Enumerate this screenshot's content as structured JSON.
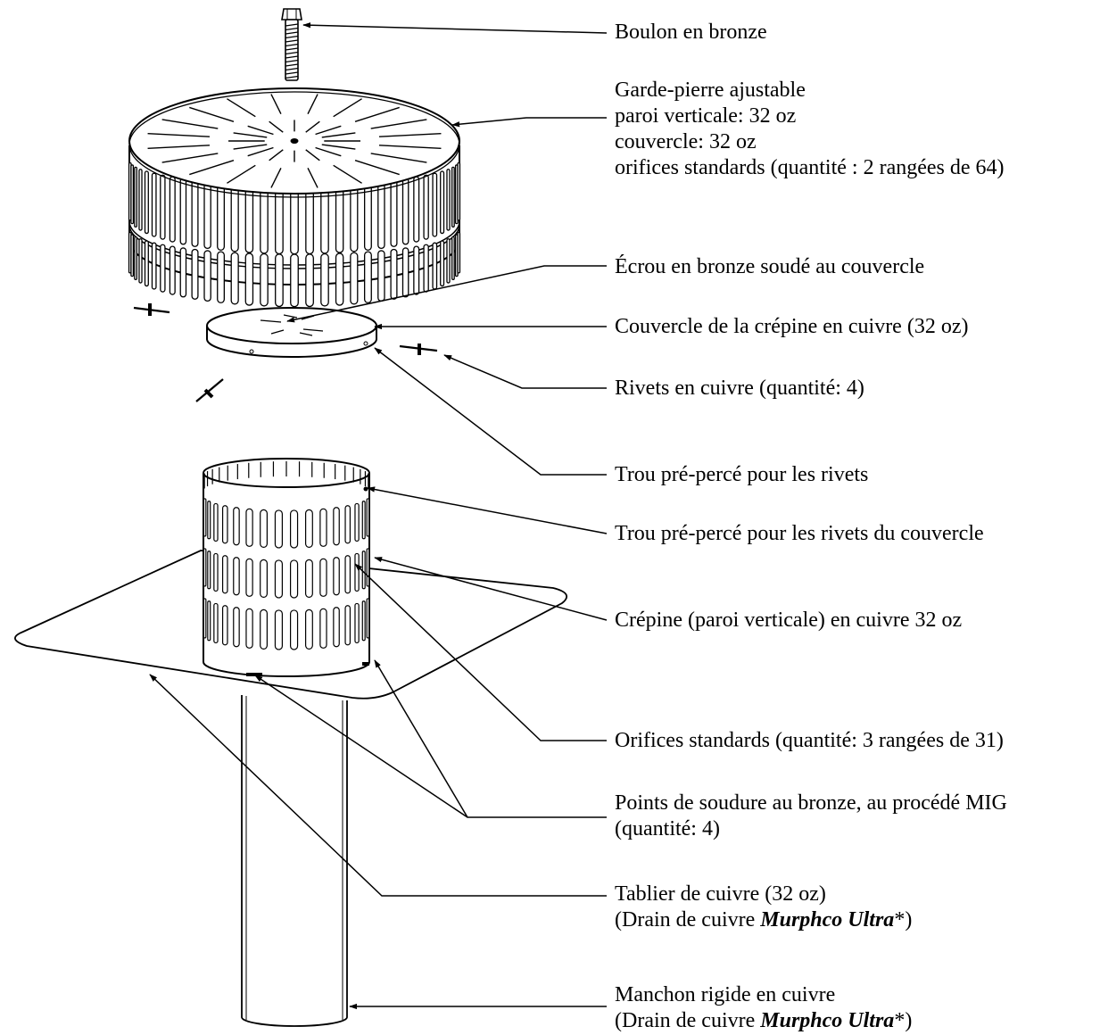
{
  "labels": {
    "bolt": "Boulon en bronze",
    "gravel_guard": {
      "line1": "Garde-pierre ajustable",
      "line2": "paroi verticale: 32 oz",
      "line3": "couvercle: 32 oz",
      "line4": "orifices standards (quantité : 2 rangées de 64)"
    },
    "nut": "Écrou en bronze soudé au couvercle",
    "strainer_cover": "Couvercle de la crépine en cuivre (32 oz)",
    "rivets": "Rivets en cuivre (quantité: 4)",
    "rivet_hole": "Trou pré-percé pour les rivets",
    "cover_rivet_hole": "Trou pré-percé pour les rivets du couvercle",
    "strainer_wall": "Crépine (paroi verticale) en cuivre 32 oz",
    "orifices": "Orifices standards (quantité: 3 rangées de 31)",
    "welds": {
      "line1": "Points de soudure au bronze, au procédé MIG",
      "line2": "(quantité: 4)"
    },
    "flange": {
      "line1": "Tablier de cuivre (32 oz)",
      "line2_prefix": "(Drain de cuivre ",
      "line2_brand": "Murphco Ultra",
      "line2_suffix": "*)"
    },
    "sleeve": {
      "line1": "Manchon rigide en cuivre",
      "line2_prefix": "(Drain de cuivre ",
      "line2_brand": "Murphco Ultra",
      "line2_suffix": "*)"
    }
  }
}
